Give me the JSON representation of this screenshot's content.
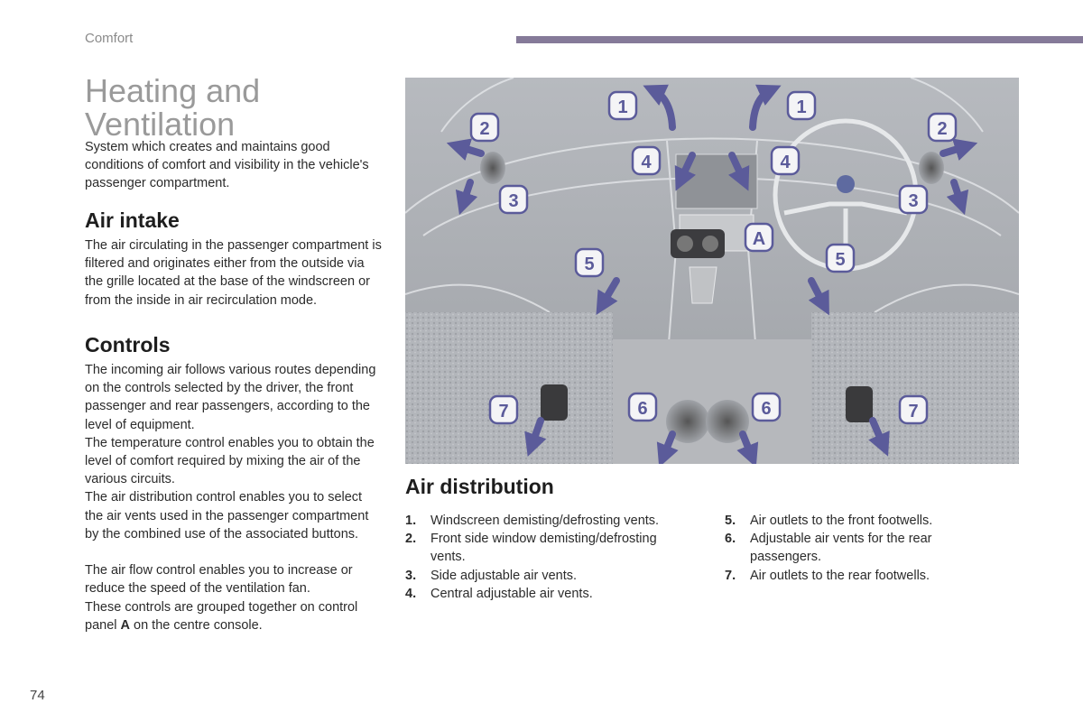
{
  "header": {
    "section": "Comfort",
    "bar_color": "#857a99"
  },
  "title": {
    "line1": "Heating and",
    "line2": "Ventilation"
  },
  "intro": "System which creates and maintains good conditions of comfort and visibility in the vehicle's passenger compartment.",
  "air_intake": {
    "heading": "Air intake",
    "text": "The air circulating in the passenger compartment is filtered and originates either from the outside via the grille located at the base of the windscreen or from the inside in air recirculation mode."
  },
  "controls": {
    "heading": "Controls",
    "p1": "The incoming air follows various routes depending on the controls selected by the driver, the front passenger and rear passengers, according to the level of equipment.",
    "p2": "The temperature control enables you to obtain the level of comfort required by mixing the air of the various circuits.",
    "p3": "The air distribution control enables you to select the air vents used in the passenger compartment by the combined use of the associated buttons.",
    "p4": "The air flow control enables you to increase or reduce the speed of the ventilation fan.",
    "p5_start": "These controls are grouped together on control panel ",
    "p5_bold": "A",
    "p5_end": " on the centre console."
  },
  "figure": {
    "arrow_color": "#5b5b9a",
    "callouts": {
      "c1a": "1",
      "c1b": "1",
      "c2a": "2",
      "c2b": "2",
      "c3a": "3",
      "c3b": "3",
      "c4a": "4",
      "c4b": "4",
      "c5a": "5",
      "c5b": "5",
      "c6a": "6",
      "c6b": "6",
      "c7a": "7",
      "c7b": "7",
      "cA": "A"
    }
  },
  "air_distribution": {
    "heading": "Air distribution",
    "items_left": [
      {
        "num": "1.",
        "text": "Windscreen demisting/defrosting vents."
      },
      {
        "num": "2.",
        "text": "Front side window demisting/defrosting vents."
      },
      {
        "num": "3.",
        "text": "Side adjustable air vents."
      },
      {
        "num": "4.",
        "text": "Central adjustable air vents."
      }
    ],
    "items_right": [
      {
        "num": "5.",
        "text": "Air outlets to the front footwells."
      },
      {
        "num": "6.",
        "text": "Adjustable air vents for the rear passengers."
      },
      {
        "num": "7.",
        "text": "Air outlets to the rear footwells."
      }
    ]
  },
  "page_number": "74"
}
